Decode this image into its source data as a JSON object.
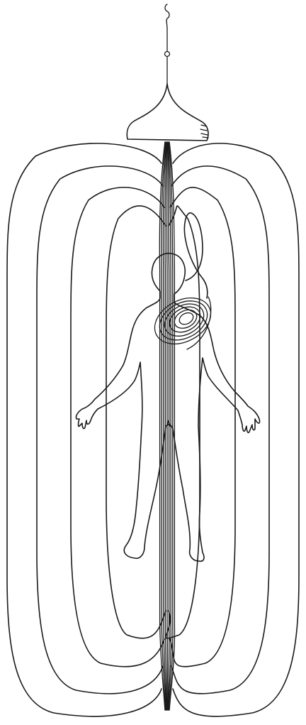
{
  "illustration": {
    "ink_color": "#1a1a1a",
    "background_color": "#ffffff",
    "elements": [
      "hanging-cord",
      "bell-shaped-source",
      "field-loops",
      "central-line-bundle",
      "human-figure",
      "heart-spiral"
    ],
    "field_loop_count": 4,
    "central_line_count": 9,
    "spiral_turn_count": 6
  }
}
